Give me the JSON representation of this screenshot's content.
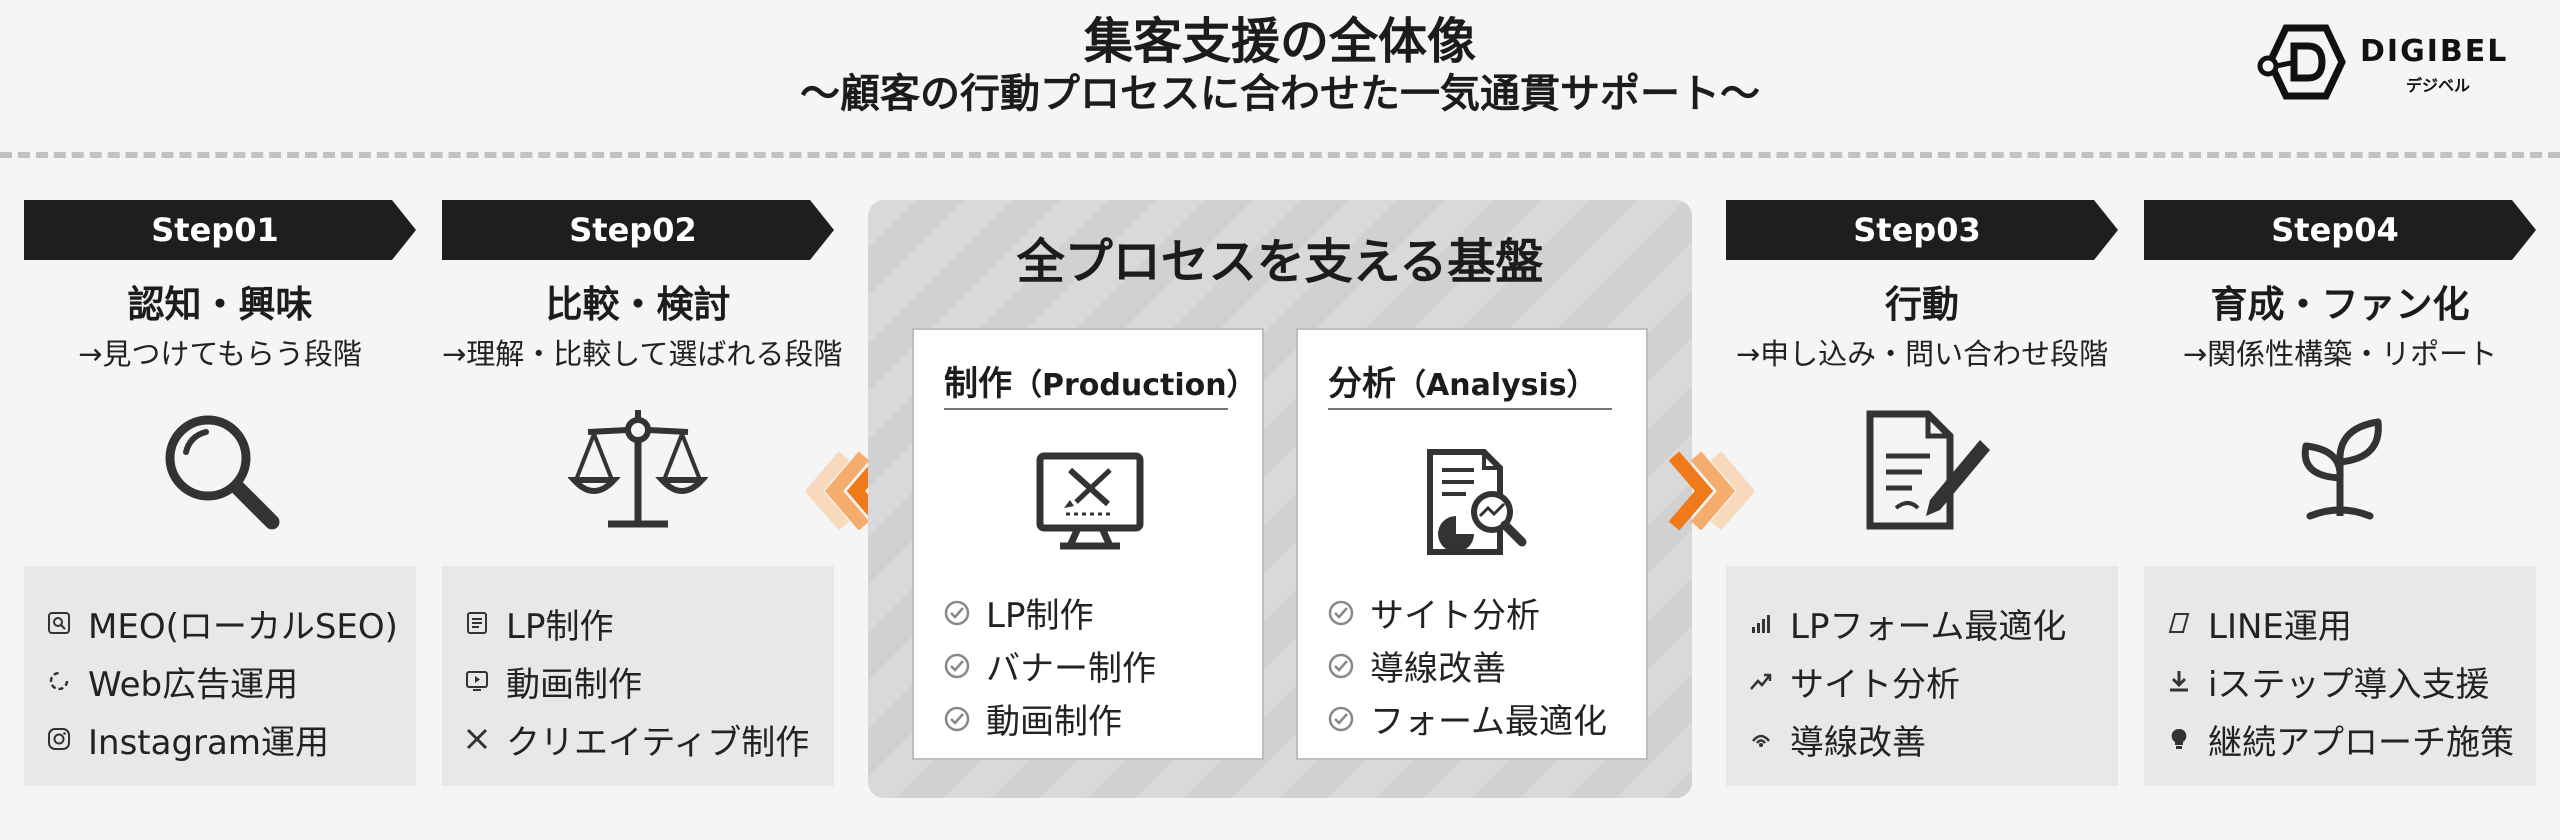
{
  "header": {
    "title": "集客支援の全体像",
    "subtitle": "〜顧客の行動プロセスに合わせた一気通貫サポート〜"
  },
  "logo": {
    "wordmark": "DIGIBEL",
    "kana": "デジベル"
  },
  "center": {
    "title": "全プロセスを支える基盤",
    "cards": [
      {
        "title": "制作",
        "title_en": "（Production）",
        "icon": "monitor-design-icon",
        "items": [
          "LP制作",
          "バナー制作",
          "動画制作"
        ]
      },
      {
        "title": "分析",
        "title_en": "（Analysis）",
        "icon": "report-magnifier-icon",
        "items": [
          "サイト分析",
          "導線改善",
          "フォーム最適化"
        ]
      }
    ]
  },
  "steps": [
    {
      "label": "Step01",
      "heading": "認知・興味",
      "desc": "→見つけてもらう段階",
      "icon": "magnifier-icon",
      "items": [
        {
          "icon": "search-box-icon",
          "text": "MEO(ローカルSEO)"
        },
        {
          "icon": "refresh-icon",
          "text": "Web広告運用"
        },
        {
          "icon": "instagram-icon",
          "text": "Instagram運用"
        }
      ]
    },
    {
      "label": "Step02",
      "heading": "比較・検討",
      "desc": "→理解・比較して選ばれる段階",
      "icon": "scale-icon",
      "items": [
        {
          "icon": "document-icon",
          "text": "LP制作"
        },
        {
          "icon": "video-icon",
          "text": "動画制作"
        },
        {
          "icon": "tools-icon",
          "text": "クリエイティブ制作"
        }
      ]
    },
    {
      "label": "Step03",
      "heading": "行動",
      "desc": "→申し込み・問い合わせ段階",
      "icon": "contract-pen-icon",
      "items": [
        {
          "icon": "bar-chart-icon",
          "text": "LPフォーム最適化"
        },
        {
          "icon": "trend-arrow-icon",
          "text": "サイト分析"
        },
        {
          "icon": "signal-icon",
          "text": "導線改善"
        }
      ]
    },
    {
      "label": "Step04",
      "heading": "育成・ファン化",
      "desc": "→関係性構築・リポート",
      "icon": "sprout-icon",
      "items": [
        {
          "icon": "line-app-icon",
          "text": "LINE運用"
        },
        {
          "icon": "download-icon",
          "text": "iステップ導入支援"
        },
        {
          "icon": "lightbulb-icon",
          "text": "継続アプローチ施策"
        }
      ]
    }
  ],
  "colors": {
    "banner": "#1e1e1e",
    "accent_orange": "#f07a1a",
    "panel": "#e8e8e8"
  }
}
